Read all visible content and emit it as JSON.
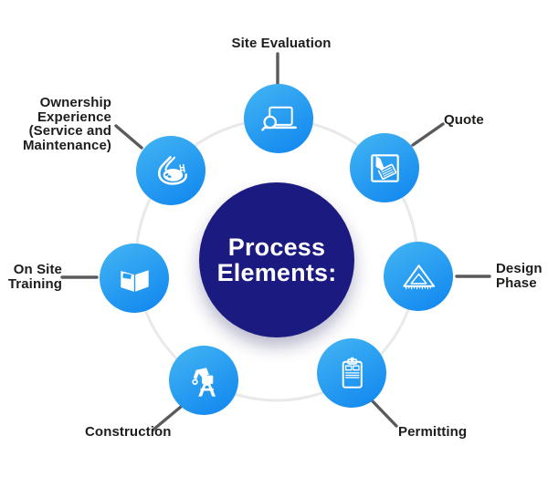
{
  "title": "Process Elements:",
  "center": {
    "label": "Process Elements:",
    "lines": [
      "Process",
      "Elements:"
    ],
    "bg_color": "#1a1a80",
    "text_color": "#ffffff"
  },
  "colors": {
    "background": "#ffffff",
    "node_gradient_start": "#44b5f3",
    "node_gradient_end": "#0e85ef",
    "ring": "#e9e9e9",
    "connector": "#5a5a5d",
    "label_text": "#1d1d1b",
    "icon": "#ffffff"
  },
  "nodes": [
    {
      "id": "site-evaluation",
      "label": "Site Evaluation",
      "lines": [
        "Site Evaluation"
      ],
      "icon": "laptop-search-icon"
    },
    {
      "id": "quote",
      "label": "Quote",
      "lines": [
        "Quote"
      ],
      "icon": "pen-document-icon"
    },
    {
      "id": "design-phase",
      "label": "Design Phase",
      "lines": [
        "Design",
        "Phase"
      ],
      "icon": "set-square-icon"
    },
    {
      "id": "permitting",
      "label": "Permitting",
      "lines": [
        "Permitting"
      ],
      "icon": "clipboard-icon"
    },
    {
      "id": "construction",
      "label": "Construction",
      "lines": [
        "Construction"
      ],
      "icon": "crane-icon"
    },
    {
      "id": "on-site-training",
      "label": "On Site Training",
      "lines": [
        "On Site",
        "Training"
      ],
      "icon": "open-book-icon"
    },
    {
      "id": "ownership-experience",
      "label": "Ownership Experience (Service and Maintenance)",
      "lines": [
        "Ownership",
        "Experience",
        "(Service and",
        "Maintenance)"
      ],
      "icon": "pool-icon"
    }
  ]
}
